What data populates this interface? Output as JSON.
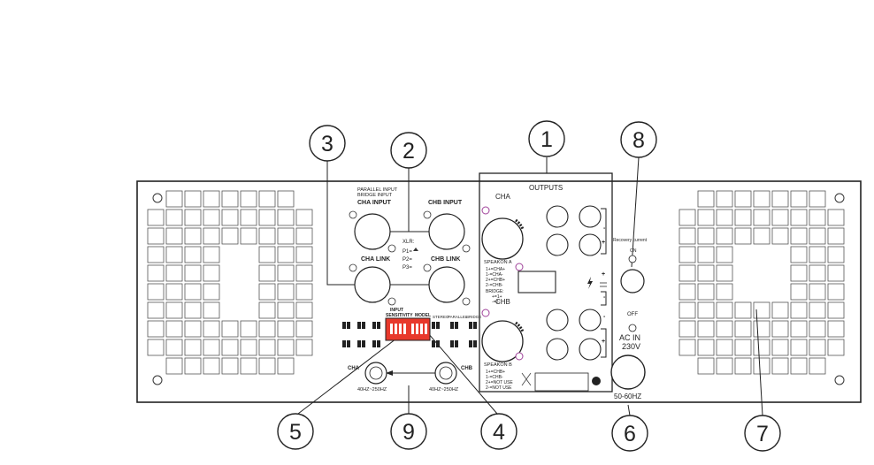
{
  "callouts": [
    {
      "number": "1"
    },
    {
      "number": "2"
    },
    {
      "number": "3"
    },
    {
      "number": "4"
    },
    {
      "number": "5"
    },
    {
      "number": "6"
    },
    {
      "number": "7"
    },
    {
      "number": "8"
    },
    {
      "number": "9"
    }
  ],
  "inputs": {
    "parallel_note_1": "PARALLEL INPUT",
    "parallel_note_2": "BRIDGE   INPUT",
    "cha_input": "CHA INPUT",
    "chb_input": "CHB INPUT",
    "cha_link": "CHA LINK",
    "chb_link": "CHB LINK",
    "xlr_title": "XLR:",
    "xlr_p1": "P1=",
    "xlr_p2": "P2=",
    "xlr_p3": "P3="
  },
  "switches": {
    "input_sensitivity_1": "INPUT",
    "input_sensitivity_2": "SENSITIVITY",
    "model": "MODEL",
    "stereo": "STEREO",
    "parallel": "PARALLEL",
    "bridge": "BRIDGE"
  },
  "crossover": {
    "cha": "CHA",
    "chb": "CHB",
    "range_a": "40HZ~250HZ",
    "range_b": "40HZ~250HZ"
  },
  "outputs": {
    "title": "OUTPUTS",
    "cha": "CHA",
    "chb": "CHB",
    "speakon_a": "SPEAKON A",
    "speakon_a_lines": [
      "1+=CHA+",
      "1-=CHA-",
      "2+=CHB+",
      "2-=CHB-"
    ],
    "bridge": "BRIDGE:",
    "bridge_lines": [
      "+=1+",
      "-=2-"
    ],
    "speakon_b": "SPEAKON  B",
    "speakon_b_lines": [
      "1+=CHB+",
      "1-=CHB-",
      "2+=NOT USE",
      "2-=NOT USE"
    ]
  },
  "power": {
    "recovery": "Recovery current",
    "on": "ON",
    "off": "OFF",
    "ac_in": "AC  IN",
    "voltage": "230V",
    "frequency": "50-60HZ"
  }
}
